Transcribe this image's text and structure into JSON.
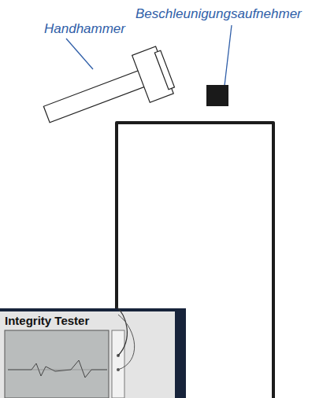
{
  "diagram": {
    "labels": [
      "Handhammer",
      "Beschleunigungsaufnehmer",
      "Integrity Tester"
    ]
  }
}
